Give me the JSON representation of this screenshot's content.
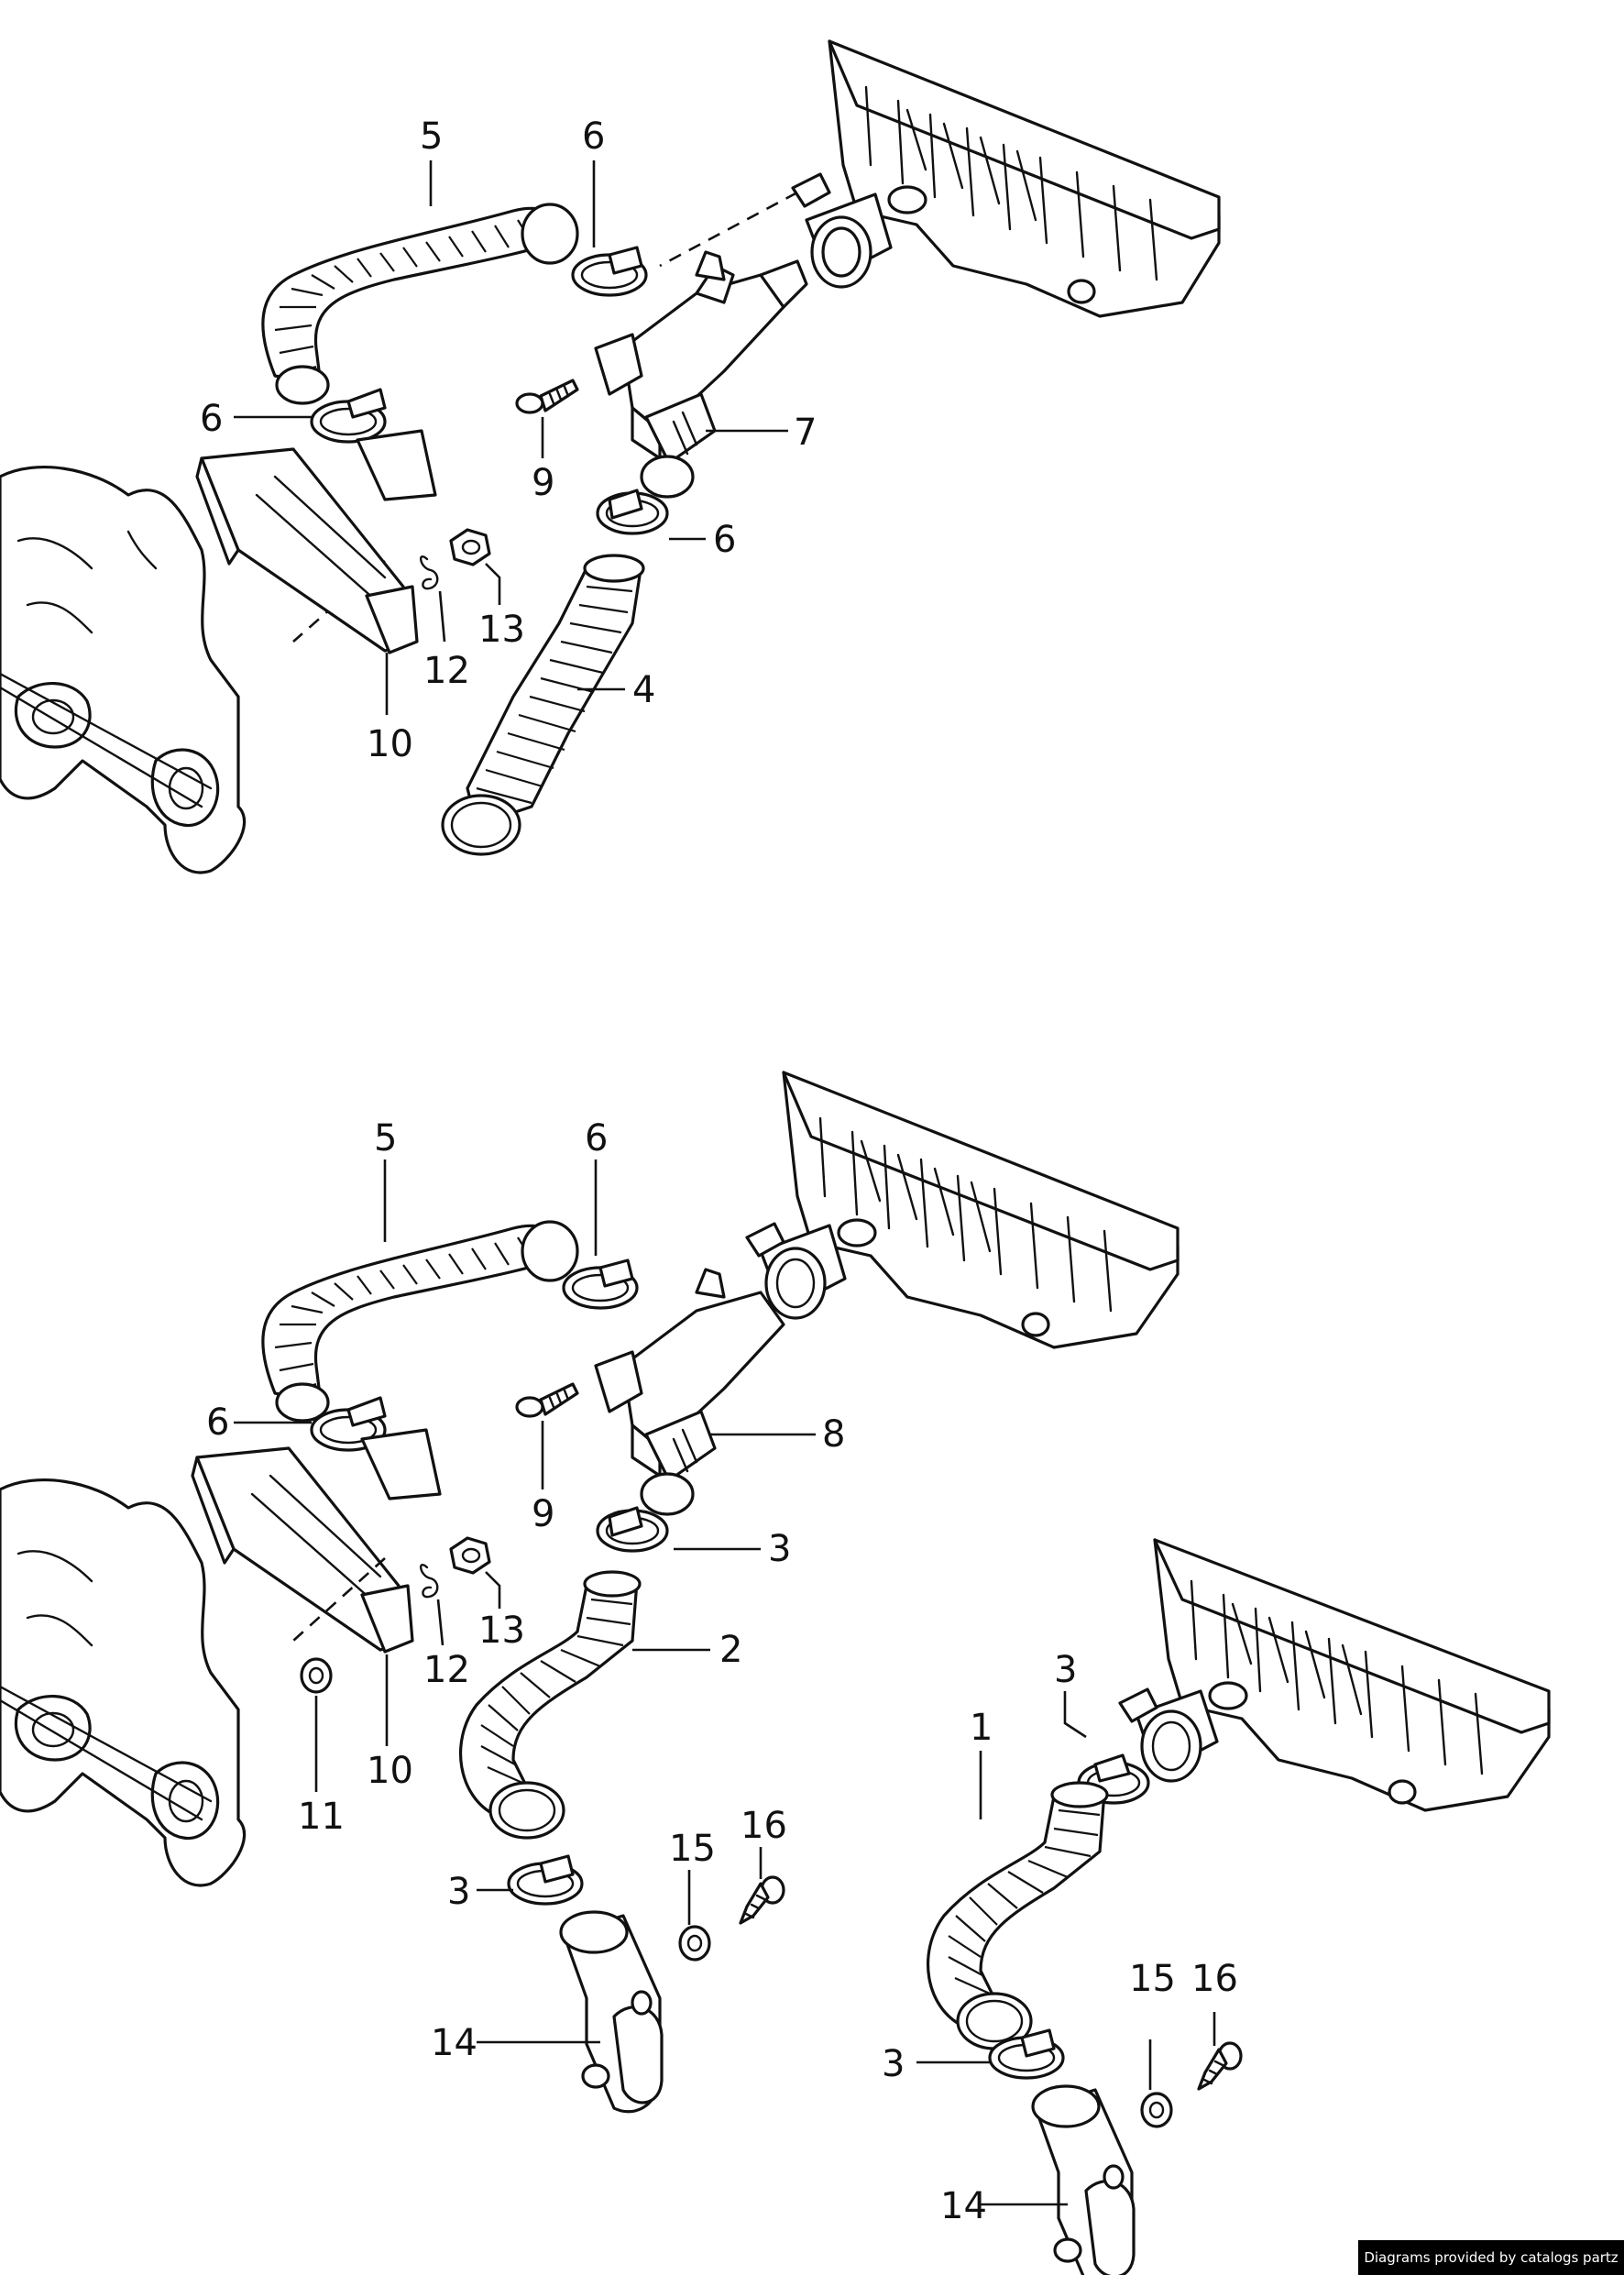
{
  "labels": {
    "top_5": "5",
    "top_6a": "6",
    "top_6b": "6",
    "top_6c": "6",
    "top_7": "7",
    "top_9": "9",
    "top_13": "13",
    "top_12": "12",
    "top_10": "10",
    "top_4": "4",
    "mid_5": "5",
    "mid_6a": "6",
    "mid_6b": "6",
    "mid_8": "8",
    "mid_9": "9",
    "mid_3": "3",
    "mid_13": "13",
    "mid_12": "12",
    "mid_2": "2",
    "mid_11": "11",
    "mid_10": "10",
    "mid_15": "15",
    "mid_16": "16",
    "mid_3b": "3",
    "mid_14": "14",
    "right_3a": "3",
    "right_1": "1",
    "right_15": "15",
    "right_16": "16",
    "right_3b": "3",
    "right_14": "14"
  },
  "credit": "Diagrams provided by catalogs partz"
}
